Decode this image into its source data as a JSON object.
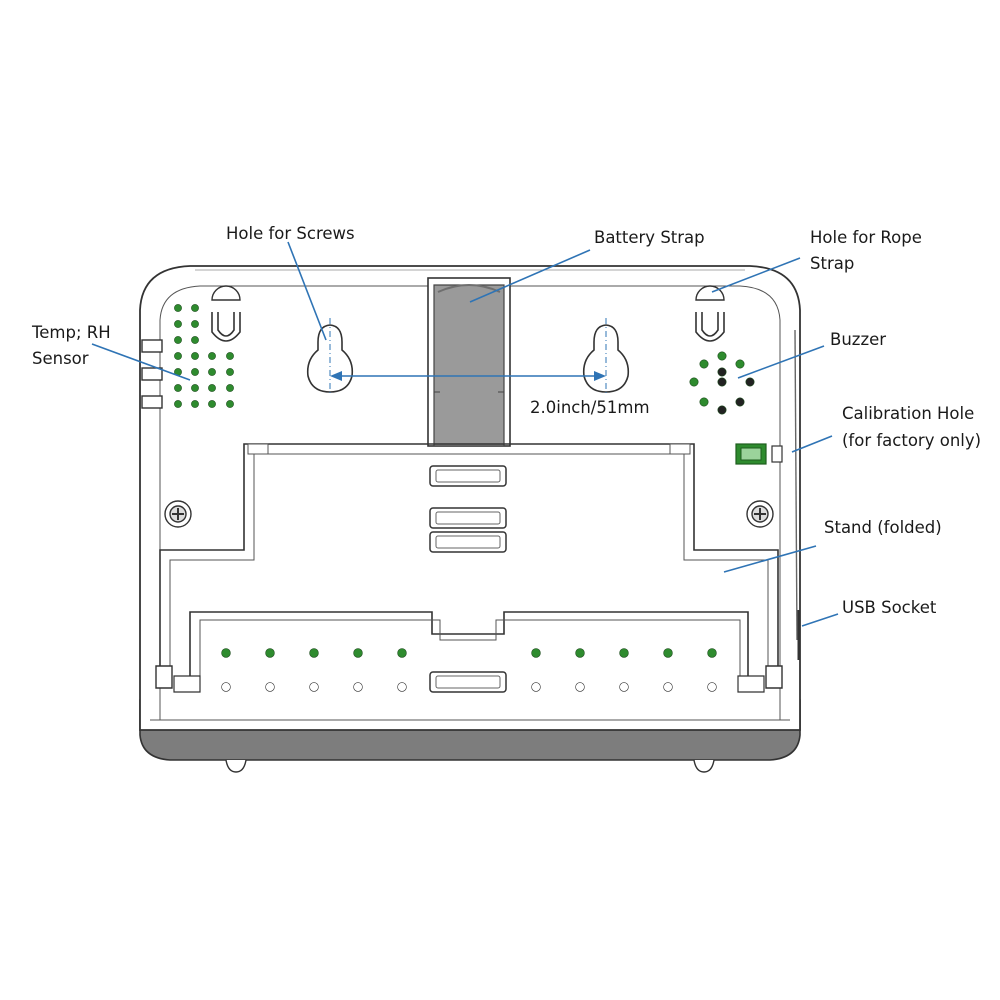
{
  "labels": {
    "hole_for_screws": "Hole for Screws",
    "battery_strap": "Battery Strap",
    "hole_for_rope_strap": [
      "Hole for Rope",
      "Strap"
    ],
    "temp_rh_sensor": [
      "Temp; RH",
      "Sensor"
    ],
    "buzzer": "Buzzer",
    "calibration_hole": [
      "Calibration Hole",
      "(for factory only)"
    ],
    "stand_folded": "Stand (folded)",
    "usb_socket": "USB Socket"
  },
  "dimension": "2.0inch/51mm",
  "colors": {
    "leader": "#2f74b5",
    "vent_dot": "#2e8b2e",
    "body_fill": "#ffffff",
    "edge_fill": "#8c8c8c",
    "strap_fill": "#9a9a9a"
  }
}
